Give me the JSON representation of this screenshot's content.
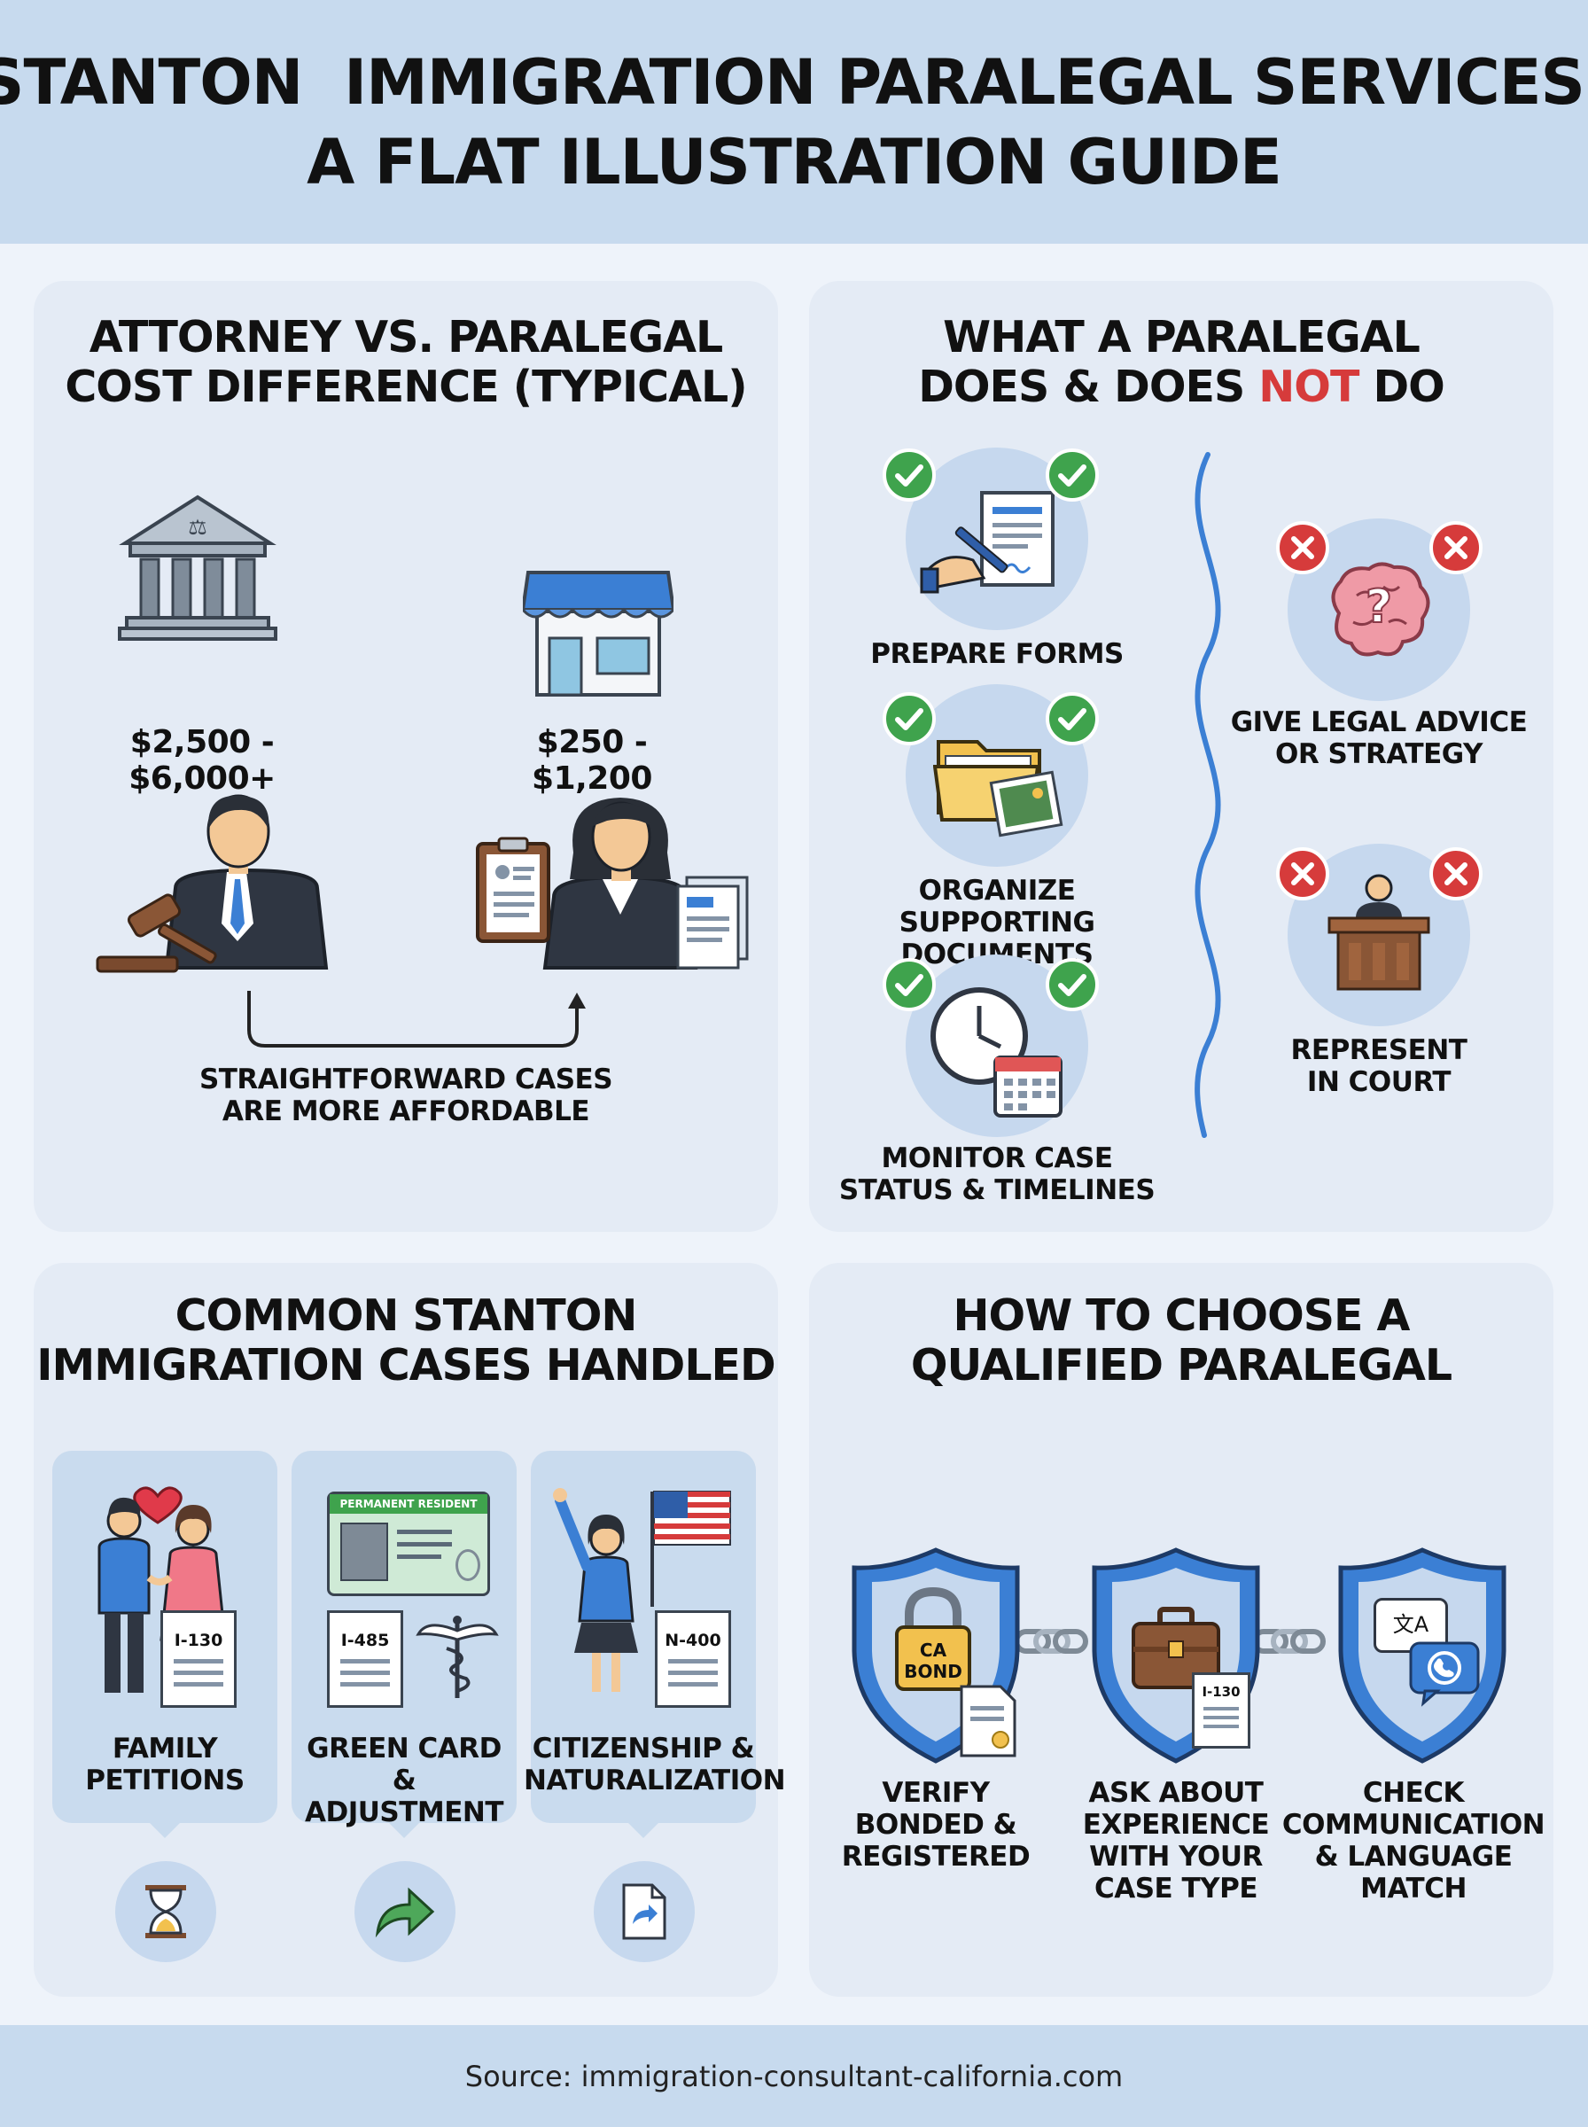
{
  "header": {
    "title_line1": "STANTON  IMMIGRATION PARALEGAL SERVICES:",
    "title_line2": "A FLAT ILLUSTRATION GUIDE"
  },
  "cost_panel": {
    "title_line1": "ATTORNEY VS. PARALEGAL",
    "title_line2": "COST DIFFERENCE (TYPICAL)",
    "attorney_price": "$2,500 - $6,000+",
    "paralegal_price": "$250 - $1,200",
    "caption_line1": "STRAIGHTFORWARD CASES",
    "caption_line2": "ARE MORE AFFORDABLE"
  },
  "does_panel": {
    "title_line1": "WHAT A PARALEGAL",
    "title_line2_a": "DOES & DOES ",
    "title_line2_b": "NOT",
    "title_line2_c": " DO",
    "does": [
      {
        "line1": "PREPARE FORMS",
        "line2": ""
      },
      {
        "line1": "ORGANIZE SUPPORTING",
        "line2": "DOCUMENTS"
      },
      {
        "line1": "MONITOR CASE",
        "line2": "STATUS & TIMELINES"
      }
    ],
    "does_not": [
      {
        "line1": "GIVE LEGAL ADVICE",
        "line2": "OR STRATEGY"
      },
      {
        "line1": "REPRESENT",
        "line2": "IN COURT"
      }
    ]
  },
  "cases_panel": {
    "title_line1": "COMMON STANTON",
    "title_line2": "IMMIGRATION CASES HANDLED",
    "cases": [
      {
        "form": "I-130",
        "line1": "FAMILY",
        "line2": "PETITIONS"
      },
      {
        "form": "I-485",
        "line1": "GREEN CARD &",
        "line2": "ADJUSTMENT",
        "card_label": "PERMANENT RESIDENT"
      },
      {
        "form": "N-400",
        "line1": "CITIZENSHIP &",
        "line2": "NATURALIZATION"
      }
    ]
  },
  "choose_panel": {
    "title_line1": "HOW TO CHOOSE A",
    "title_line2": "QUALIFIED PARALEGAL",
    "bond_text_1": "CA",
    "bond_text_2": "BOND",
    "briefcase_form": "I-130",
    "translate_glyph": "文A",
    "items": [
      {
        "lines": [
          "VERIFY",
          "BONDED &",
          "REGISTERED"
        ]
      },
      {
        "lines": [
          "ASK ABOUT",
          "EXPERIENCE",
          "WITH YOUR",
          "CASE TYPE"
        ]
      },
      {
        "lines": [
          "CHECK",
          "COMMUNICATION",
          "& LANGUAGE",
          "MATCH"
        ]
      }
    ]
  },
  "footer": {
    "source": "Source: immigration-consultant-california.com"
  },
  "colors": {
    "header_bg": "#c7daee",
    "panel_bg": "#e4ebf5",
    "check_green": "#3fa34d",
    "cross_red": "#d63b3b",
    "accent_blue": "#3b7fd4"
  }
}
